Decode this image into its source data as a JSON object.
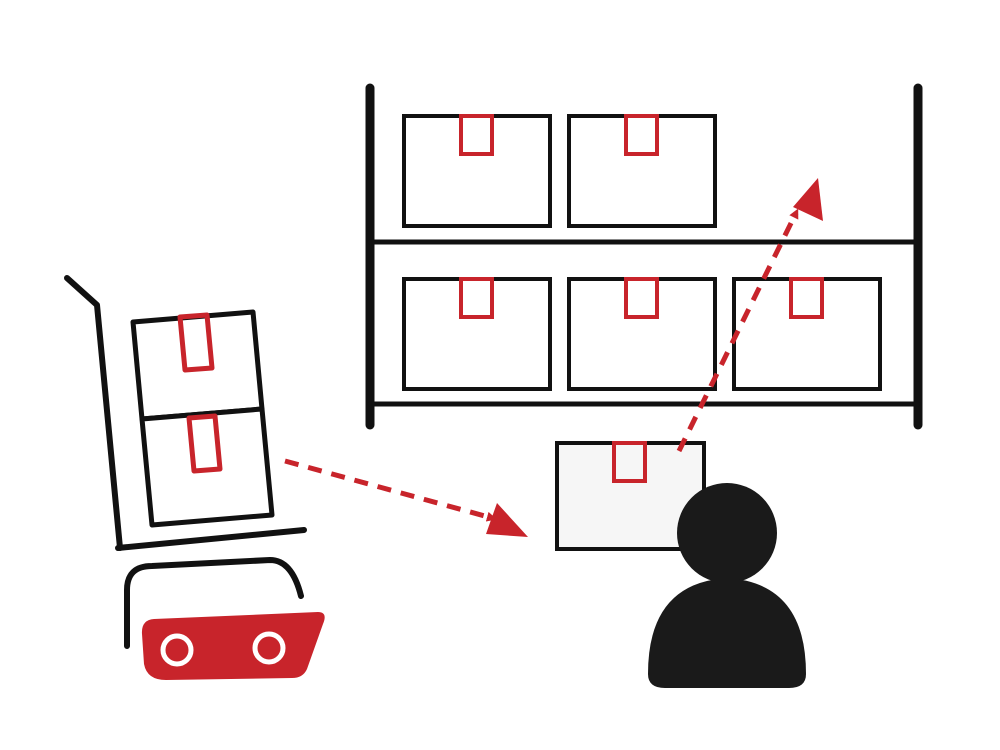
{
  "diagram": {
    "colors": {
      "ink": "#111111",
      "accent": "#c8242b",
      "box_fill": "#ffffff",
      "held_box_fill": "#f6f6f6",
      "person": "#1a1a1a"
    },
    "elements": [
      "hand-truck-icon",
      "robot-base-icon",
      "shelving-rack-icon",
      "package-box-icon",
      "worker-person-icon",
      "dashed-arrow"
    ],
    "flows": [
      {
        "from": "hand-truck",
        "to": "held-package"
      },
      {
        "from": "held-package",
        "to": "shelf-top-row"
      }
    ]
  }
}
